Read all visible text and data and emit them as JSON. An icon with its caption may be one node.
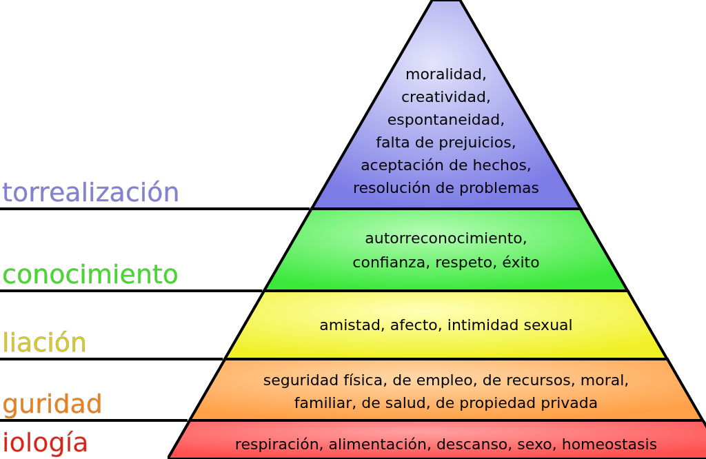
{
  "diagram": {
    "nodes": [
      {
        "text": [
          "moralidad, creatividad, espontaneidad, falta de prejuicios, aceptación de hechos, resolución de problemas"
        ]
      },
      {
        "text": [
          "autorreconocimiento, confianza, respeto, éxito"
        ]
      },
      {
        "text": [
          "amistad, afecto, intimidad sexual"
        ]
      },
      {
        "text": [
          "seguridad física, de empleo, de recursos, moral, familiar, de salud, de propiedad privada"
        ]
      },
      {
        "text": [
          "respiración, alimentación, descanso, sexo, homeostasis"
        ]
      }
    ],
    "labels": [
      "torrealización",
      "conocimiento",
      "liación",
      "guridad",
      "iología"
    ]
  }
}
